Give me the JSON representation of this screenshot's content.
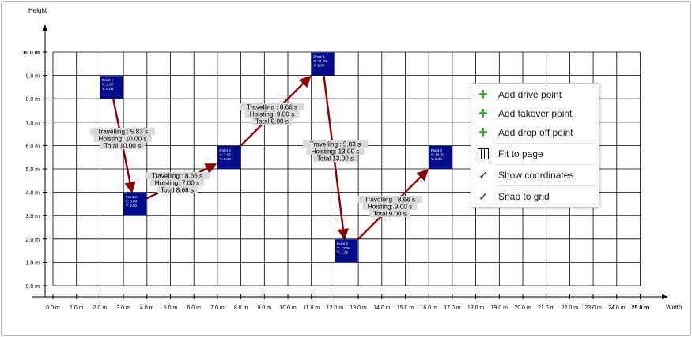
{
  "axes": {
    "y_title": "Height",
    "x_title": "Width",
    "y_ticks": [
      "0.0 m",
      "1.0 m",
      "2.0 m",
      "3.0 m",
      "4.0 m",
      "5.0 m",
      "6.0 m",
      "7.0 m",
      "8.0 m",
      "9.0 m",
      "10.0 m"
    ],
    "x_ticks": [
      "0.0 m",
      "1.0 m",
      "2.0 m",
      "3.0 m",
      "4.0 m",
      "5.0 m",
      "6.0 m",
      "7.0 m",
      "8.0 m",
      "9.0 m",
      "10.0 m",
      "11.0 m",
      "12.0 m",
      "13.0 m",
      "14.0 m",
      "15.0 m",
      "16.0 m",
      "17.0 m",
      "18.0 m",
      "19.0 m",
      "20.0 m",
      "21.0 m",
      "22.0 m",
      "23.0 m",
      "24.0 m",
      "25.0 m"
    ]
  },
  "points": [
    {
      "label": "Point 1",
      "x": 2,
      "y": 8,
      "x_text": "X: 2.00",
      "y_text": "Y: 8.00"
    },
    {
      "label": "Point 2",
      "x": 3,
      "y": 3,
      "x_text": "X: 3.00",
      "y_text": "Y: 3.00"
    },
    {
      "label": "Point 3",
      "x": 7,
      "y": 5,
      "x_text": "X: 7.00",
      "y_text": "Y: 5.00"
    },
    {
      "label": "Point 4",
      "x": 11,
      "y": 9,
      "x_text": "X: 11.00",
      "y_text": "Y: 9.00"
    },
    {
      "label": "Point 5",
      "x": 12,
      "y": 1,
      "x_text": "X: 12.00",
      "y_text": "Y: 1.00"
    },
    {
      "label": "Point 6",
      "x": 16,
      "y": 5,
      "x_text": "X: 16.00",
      "y_text": "Y: 5.00"
    }
  ],
  "segments": [
    {
      "from": 0,
      "to": 1,
      "travelling": "Travelling : 5.83 s",
      "hoisting": "Hoisting: 10.00 s",
      "total": "Total 10.00 s"
    },
    {
      "from": 1,
      "to": 2,
      "travelling": "Travelling : 8.66 s",
      "hoisting": "Hoisting: 7.00 s",
      "total": "Total 8.66 s"
    },
    {
      "from": 2,
      "to": 3,
      "travelling": "Travelling : 8.66 s",
      "hoisting": "Hoisting: 9.00 s",
      "total": "Total 9.00 s"
    },
    {
      "from": 3,
      "to": 4,
      "travelling": "Travelling : 5.83 s",
      "hoisting": "Hoisting: 13.00 s",
      "total": "Total 13.00 s"
    },
    {
      "from": 4,
      "to": 5,
      "travelling": "Travelling : 8.66 s",
      "hoisting": "Hoisting: 9.00 s",
      "total": "Total 9.00 s"
    }
  ],
  "context_menu": {
    "items": [
      {
        "name": "add-drive-point",
        "label": "Add drive point",
        "icon": "plus-icon"
      },
      {
        "name": "add-takeover-point",
        "label": "Add takover point",
        "icon": "plus-icon"
      },
      {
        "name": "add-drop-off-point",
        "label": "Add drop off point",
        "icon": "plus-icon"
      },
      {
        "name": "fit-to-page",
        "label": "Fit to page",
        "icon": "grid-icon"
      },
      {
        "name": "show-coordinates",
        "label": "Show coordinates",
        "icon": "checkmark-icon"
      },
      {
        "name": "snap-to-grid",
        "label": "Snap to grid",
        "icon": "checkmark-icon"
      }
    ]
  },
  "colors": {
    "point_fill": "#000c8a",
    "arrow": "#8b0000",
    "label_bg": "#d9d9d9",
    "grid": "#000000"
  }
}
